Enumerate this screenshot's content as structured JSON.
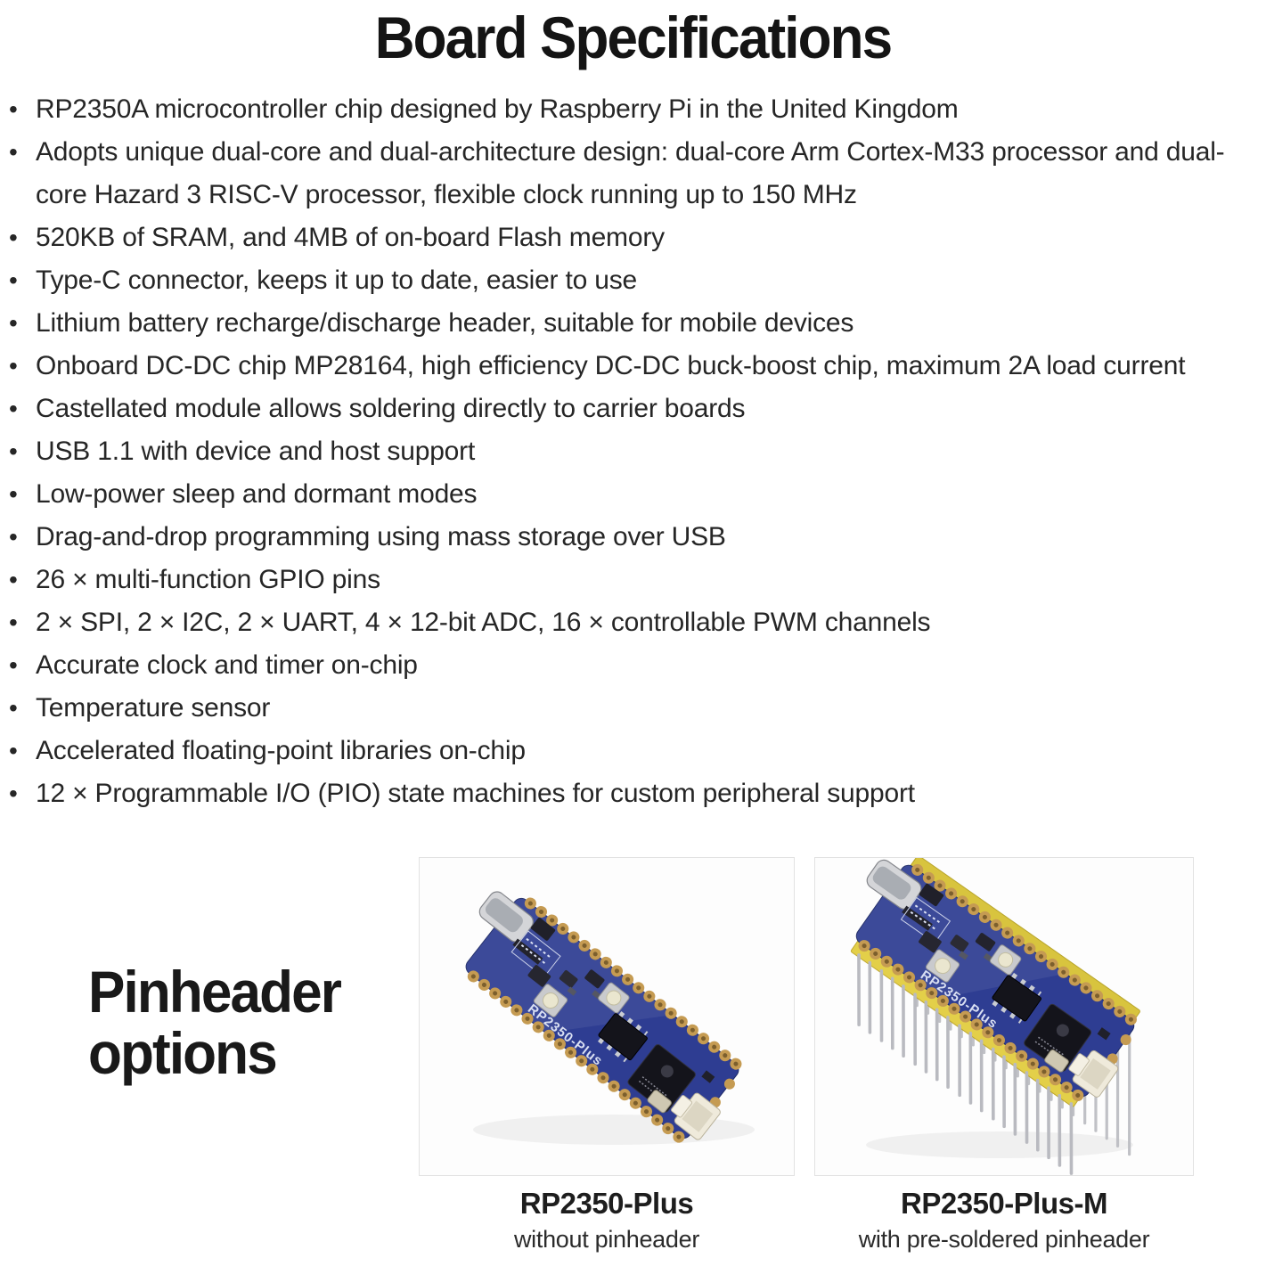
{
  "page": {
    "title": "Board Specifications"
  },
  "specs": {
    "bullets": [
      "RP2350A microcontroller chip designed by Raspberry Pi in the United Kingdom",
      "Adopts unique dual-core and dual-architecture design: dual-core Arm Cortex-M33 processor and dual-core Hazard 3 RISC-V processor, flexible clock running up to 150 MHz",
      "520KB of SRAM, and 4MB of on-board Flash memory",
      "Type-C connector, keeps it up to date, easier to use",
      "Lithium battery recharge/discharge header, suitable for mobile devices",
      "Onboard DC-DC chip MP28164, high efficiency DC-DC buck-boost chip, maximum 2A load current",
      "Castellated module allows soldering directly to carrier boards",
      "USB 1.1 with device and host support",
      "Low-power sleep and dormant modes",
      "Drag-and-drop programming using mass storage over USB",
      "26 × multi-function GPIO pins",
      "2 × SPI, 2 × I2C, 2 × UART, 4 × 12-bit ADC, 16 × controllable PWM channels",
      "Accurate clock and timer on-chip",
      "Temperature sensor",
      "Accelerated floating-point libraries on-chip",
      "12 × Programmable I/O (PIO) state machines for custom peripheral support"
    ]
  },
  "pinheader_section": {
    "heading": {
      "line1": "Pinheader",
      "line2": "options"
    },
    "options": [
      {
        "name": "RP2350-Plus",
        "description": "without pinheader"
      },
      {
        "name": "RP2350-Plus-M",
        "description": "with pre-soldered pinheader"
      }
    ]
  },
  "board_art": {
    "silkscreen_text": "RP2350-Plus",
    "colors": {
      "pcb": "#2e3d92",
      "pads": "#c59b52",
      "pad_hole": "#7c5f2d",
      "header": "#e3cf49",
      "header_far": "#d8c43e",
      "pins": "#b9bac0",
      "chip": "#14141b",
      "button_cap": "#eae6cf"
    }
  }
}
